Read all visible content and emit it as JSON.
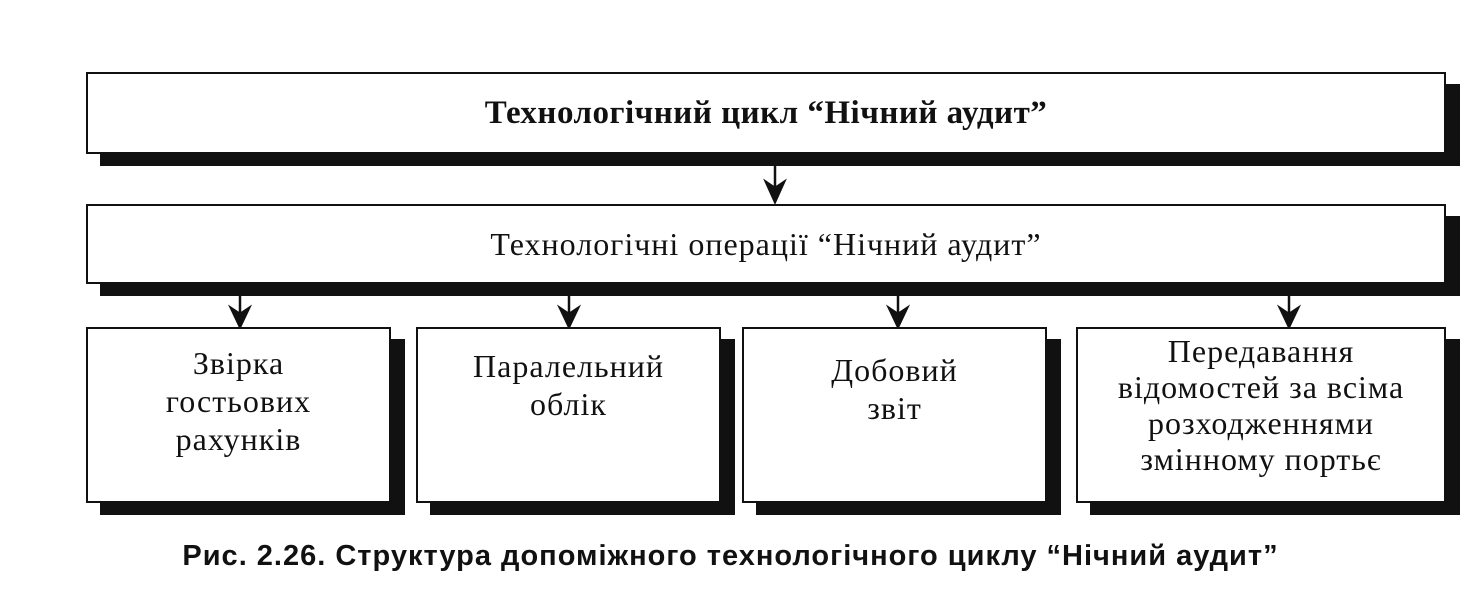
{
  "diagram": {
    "top_box": "Технологічний цикл “Нічний аудит”",
    "middle_box": "Технологічні операції “Нічний аудит”",
    "operations": [
      "Звірка\nгостьових\nрахунків",
      "Паралельний\nоблік",
      "Добовий\nзвіт",
      "Передавання\nвідомостей за всіма\nрозходженнями\nзмінному портьє"
    ],
    "caption": "Рис. 2.26. Структура допоміжного технологічного циклу “Нічний аудит”"
  }
}
